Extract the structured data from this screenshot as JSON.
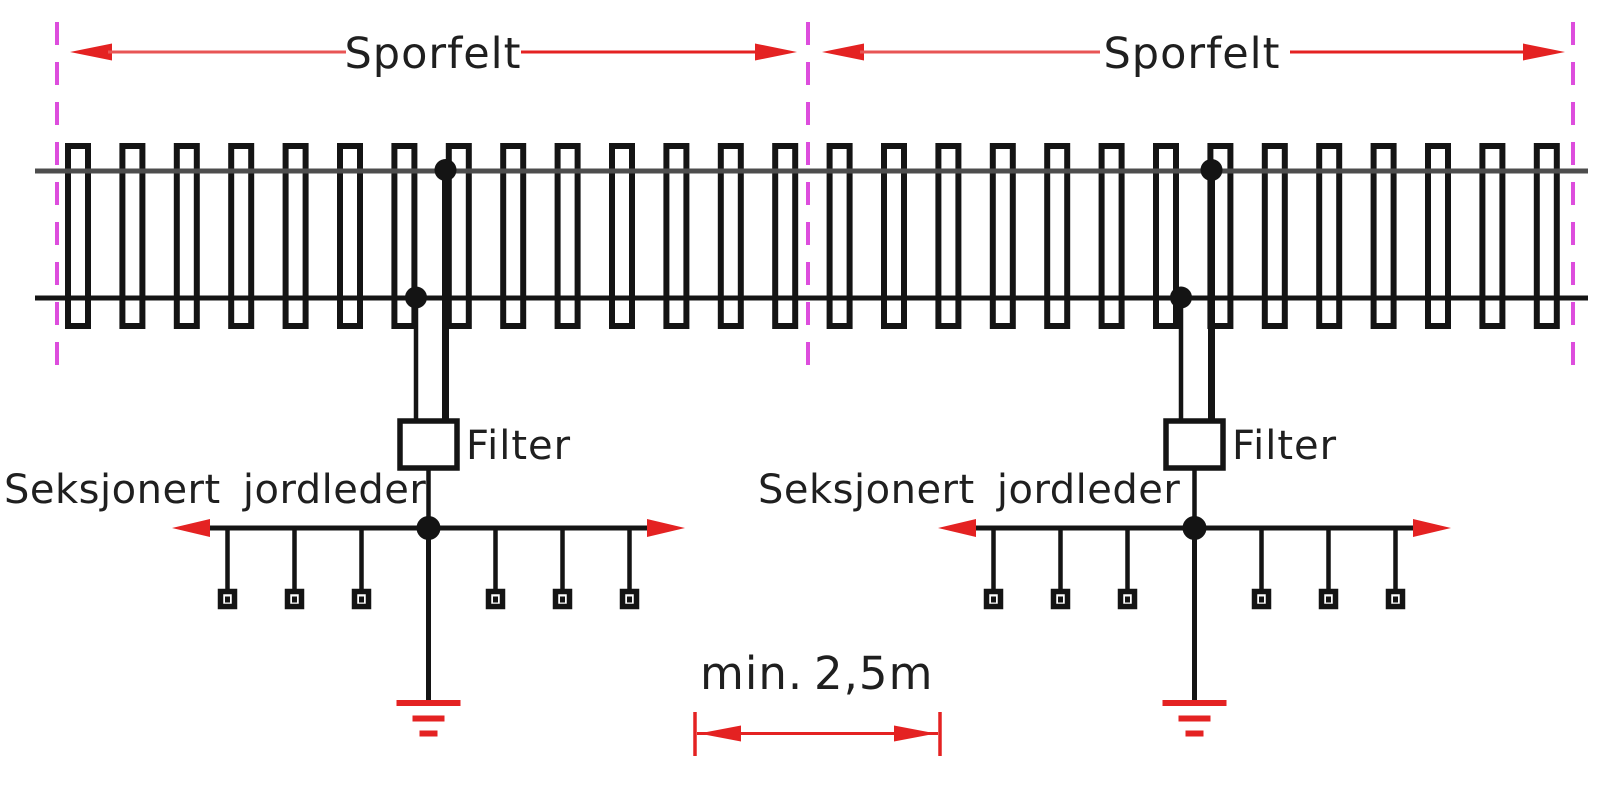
{
  "diagram": {
    "title_hint": "Track circuit sections with filtered connection to sectioned earth conductor",
    "sections": [
      {
        "sporfelt_label": "Sporfelt",
        "filter_label": "Filter",
        "jordleder_label": "Seksjonert jordleder"
      },
      {
        "sporfelt_label": "Sporfelt",
        "filter_label": "Filter",
        "jordleder_label": "Seksjonert jordleder"
      }
    ],
    "dimension": {
      "prefix": "min.",
      "value": "2,5m"
    },
    "colors": {
      "red": "#e42222",
      "red_light": "#e85555",
      "magenta": "#dd4ddd",
      "line_black": "#141414",
      "rail_gray": "#4d4d4d",
      "text": "#1f1f1f",
      "background": "#ffffff"
    }
  }
}
